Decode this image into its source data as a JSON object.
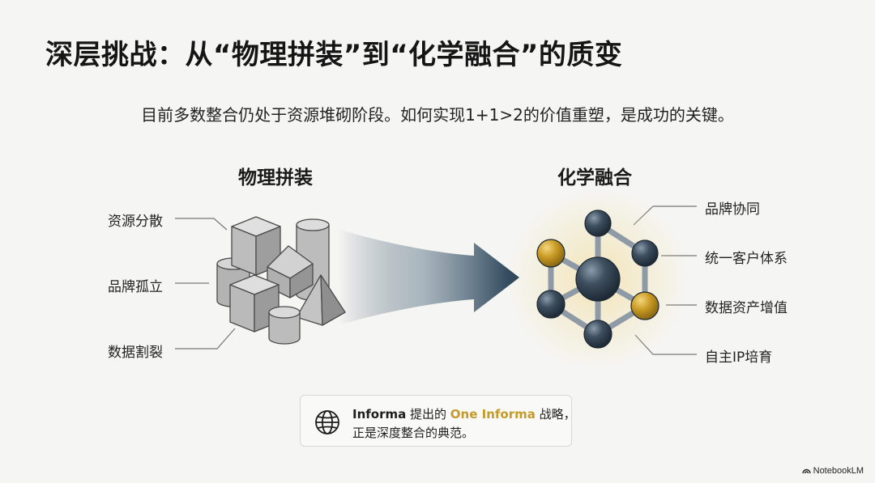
{
  "title": "深层挑战：从“物理拼装”到“化学融合”的质变",
  "subtitle": "目前多数整合仍处于资源堆砌阶段。如何实现1+1>2的价值重塑，是成功的关键。",
  "left": {
    "heading": "物理拼装",
    "labels": [
      "资源分散",
      "品牌孤立",
      "数据割裂"
    ]
  },
  "right": {
    "heading": "化学融合",
    "labels": [
      "品牌协同",
      "统一客户体系",
      "数据资产增值",
      "自主IP培育"
    ]
  },
  "callout": {
    "prefix": "Informa",
    "mid1": " 提出的 ",
    "highlight": "One Informa",
    "mid2": " 战略，",
    "line2": "正是深度整合的典范。",
    "icon": "globe-icon"
  },
  "brand": "NotebookLM",
  "colors": {
    "navy": "#1f3a4f",
    "gold": "#c49a2a",
    "atom": "#3b4a59",
    "shape_gray": "#b9b9b9"
  }
}
